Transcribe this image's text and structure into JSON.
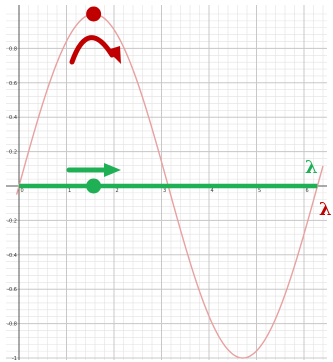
{
  "chart_data": {
    "type": "line",
    "title": "",
    "xlabel": "",
    "ylabel": "",
    "xlim": [
      -0.05,
      6.4
    ],
    "ylim": [
      -1.0,
      1.0
    ],
    "grid": true,
    "x_ticks": [
      0,
      1,
      2,
      3,
      4,
      5,
      6
    ],
    "x_tick_labels": [
      "0",
      "1",
      "2",
      "3",
      "4",
      "5",
      "6"
    ],
    "y_ticks": [
      -1,
      -0.8,
      -0.6,
      -0.4,
      -0.2,
      0,
      0.2,
      0.4,
      0.6,
      0.8
    ],
    "y_tick_labels": [
      "-1",
      "-0.8",
      "-0.6",
      "-0.4",
      "-0.2",
      "0",
      "0.2",
      "0.4",
      "0.6",
      "0.8"
    ],
    "series": [
      {
        "color": "#e8a0a0",
        "function": "sin",
        "x_start": -0.05,
        "x_end": 6.4
      },
      {
        "color": "#1fb055",
        "function": "zero",
        "x_start": 0.0,
        "x_end": 6.28
      }
    ],
    "markers": [
      {
        "x": 1.5708,
        "y": 1.0,
        "color": "#c00000"
      },
      {
        "x": 1.5708,
        "y": 0.0,
        "color": "#1fb055"
      }
    ],
    "labels": [
      {
        "text": "λ",
        "color": "#1fb055"
      },
      {
        "text": "λ",
        "color": "#c00000"
      }
    ]
  },
  "colors": {
    "grid": "#e2e2e2",
    "axis": "#555555",
    "red_arrow": "#c00000",
    "green_arrow": "#1fb055"
  }
}
